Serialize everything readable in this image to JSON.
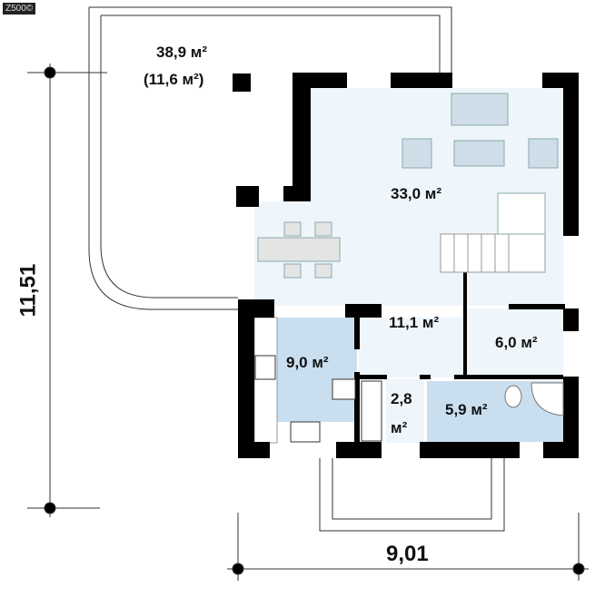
{
  "badge": "Z500©",
  "rooms": {
    "terrace": "38,9 м²",
    "terrace_sub": "(11,6 м²)",
    "living": "33,0 м²",
    "hall": "11,1 м²",
    "room": "6,0 м²",
    "kitchen": "9,0 м²",
    "storage_a": "2,8",
    "storage_b": "м²",
    "bath": "5,9 м²"
  },
  "dimensions": {
    "height": "11,51",
    "width": "9,01"
  },
  "colors": {
    "wall": "#000000",
    "living_fill": "#eef5fb",
    "wet_fill": "#c9dff0"
  }
}
